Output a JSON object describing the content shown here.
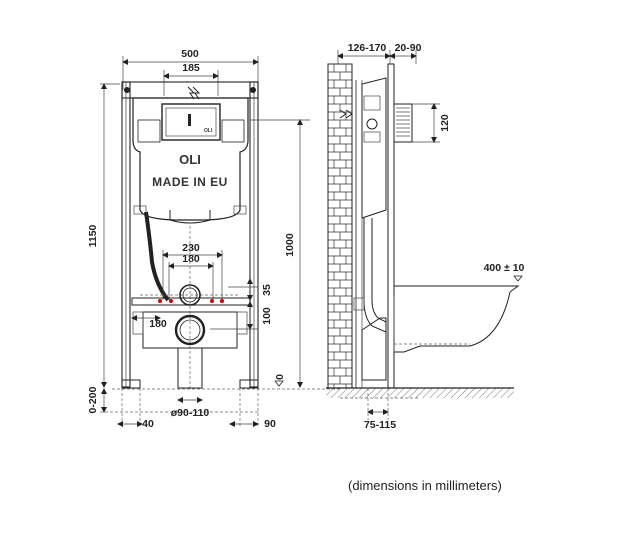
{
  "front_view": {
    "width": "500",
    "bracket_spacing": "185",
    "total_height": "1150",
    "height_to_floor": "1000",
    "pipe_spacing": "230",
    "inner_spacing": "180",
    "offset_35": "35",
    "offset_100": "100",
    "bolt_spacing": "180",
    "feet_adjust": "0-200",
    "foot_offset": "40",
    "drain_diameter": "ø90-110",
    "foot_offset_right": "90",
    "floor_level": "0",
    "brand": "OLI",
    "origin": "MADE IN EU"
  },
  "side_view": {
    "wall_depth": "126-170",
    "front_depth": "20-90",
    "connection_height": "120",
    "pan_projection": "400 ± 10",
    "drain_depth": "75-115"
  },
  "footer": {
    "note": "(dimensions in millimeters)"
  }
}
